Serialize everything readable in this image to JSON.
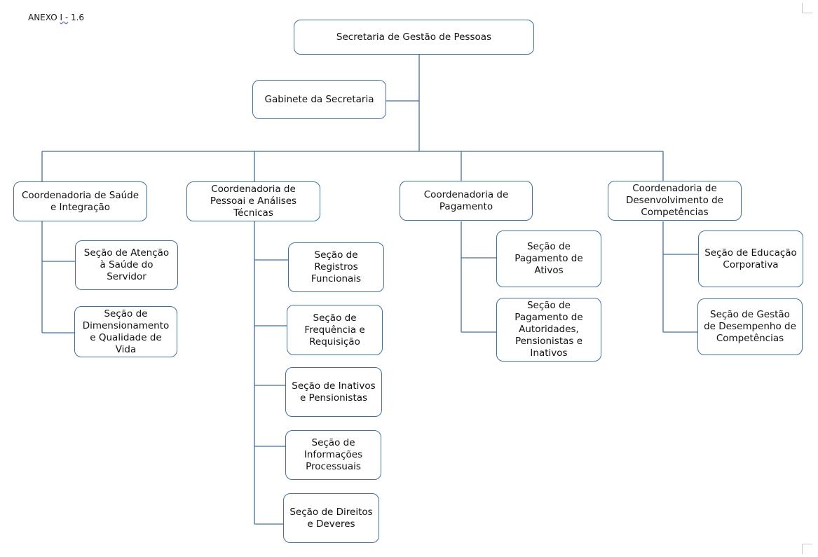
{
  "header": {
    "prefix": "ANEXO ",
    "marked": "I -",
    "suffix": " 1.6"
  },
  "colors": {
    "box_border": "#41719c",
    "connector": "#41719c"
  },
  "nodes": {
    "root": "Secretaria de Gestão de Pessoas",
    "gabinete": "Gabinete da Secretaria",
    "coord_saude": "Coordenadoria de Saúde\ne Integração",
    "coord_pessoal": "Coordenadoria de\nPessoai e Análises\nTécnicas",
    "coord_pagamento": "Coordenadoria de\nPagamento",
    "coord_desenv": "Coordenadoria de\nDesenvolvimento de\nCompetências",
    "sec_atencao": "Seção de Atenção\nà Saúde do\nServidor",
    "sec_dimens": "Seção de\nDimensionamento\ne Qualidade de\nVida",
    "sec_registros": "Seção de\nRegistros\nFuncionais",
    "sec_frequencia": "Seção de\nFrequência e\nRequisição",
    "sec_inativos": "Seção de Inativos\ne Pensionistas",
    "sec_informacoes": "Seção de\nInformações\nProcessuais",
    "sec_direitos": "Seção de Direitos\ne Deveres",
    "sec_pag_ativos": "Seção de\nPagamento de\nAtivos",
    "sec_pag_autoridades": "Seção de\nPagamento de\nAutoridades,\nPensionistas e\nInativos",
    "sec_educacao": "Seção de Educação\nCorporativa",
    "sec_gestao_desemp": "Seção de Gestão\nde Desempenho de\nCompetências"
  }
}
